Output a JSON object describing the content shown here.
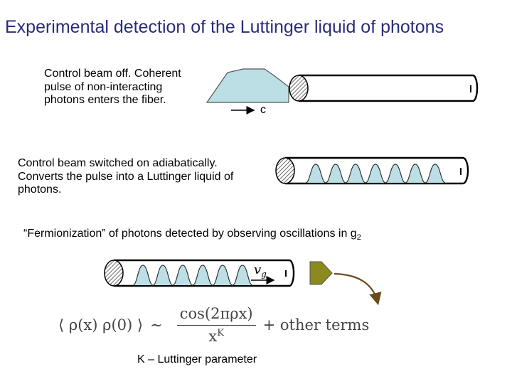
{
  "title": "Experimental detection of the Luttinger liquid of photons",
  "steps": [
    {
      "text": "Control beam off. Coherent pulse of non-interacting photons enters the fiber."
    },
    {
      "text": "Control beam switched on adiabatically. Converts the pulse into a Luttinger liquid of photons."
    },
    {
      "text_main": "“Fermionization” of photons detected by observing oscillations in g",
      "text_sub": "2"
    }
  ],
  "labels": {
    "c": "c",
    "vg_main": "v",
    "vg_sub": "g"
  },
  "formula": {
    "lhs": "⟨ ρ(x) ρ(0) ⟩",
    "sim": "∼",
    "numerator": "cos(2πρx)",
    "denominator_base": "x",
    "denominator_exp": "K",
    "tail": "+ other terms"
  },
  "footnote": "K – Luttinger parameter",
  "colors": {
    "title": "#2b2b7a",
    "pulse_fill": "#bcdfe6",
    "detector": "#8a8a1e",
    "arrow": "#6b4b1e"
  }
}
